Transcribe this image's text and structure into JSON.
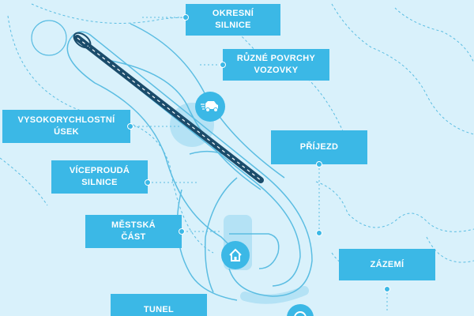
{
  "labels": {
    "okresni": "OKRESNÍ\nSILNICE",
    "ruzne": "RŮZNÉ POVRCHY\nVOZOVKY",
    "vysokorychlostni": "VYSOKORYCHLOSTNÍ\nÚSEK",
    "prijezd": "PŘÍJEZD",
    "viceproud": "VÍCEPROUDÁ\nSILNICE",
    "mestska": "MĚSTSKÁ\nČÁST",
    "zazemi": "ZÁZEMÍ",
    "tunel": "TUNEL"
  },
  "icons": [
    "car-icon",
    "house-icon",
    "steering-wheel-icon"
  ],
  "colors": {
    "background": "#d9f1fb",
    "accent": "#3bb8e6",
    "line": "#5bbde2",
    "highlight": "#b4e2f5"
  }
}
